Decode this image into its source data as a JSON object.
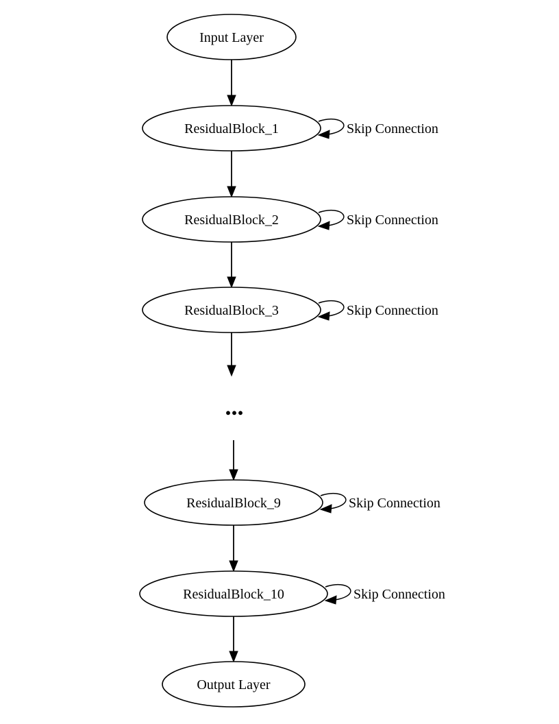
{
  "diagram": {
    "nodes": [
      {
        "id": "input",
        "label": "Input Layer"
      },
      {
        "id": "rb1",
        "label": "ResidualBlock_1",
        "loop_label": "Skip Connection"
      },
      {
        "id": "rb2",
        "label": "ResidualBlock_2",
        "loop_label": "Skip Connection"
      },
      {
        "id": "rb3",
        "label": "ResidualBlock_3",
        "loop_label": "Skip Connection"
      },
      {
        "id": "rb9",
        "label": "ResidualBlock_9",
        "loop_label": "Skip Connection"
      },
      {
        "id": "rb10",
        "label": "ResidualBlock_10",
        "loop_label": "Skip Connection"
      },
      {
        "id": "output",
        "label": "Output Layer"
      }
    ],
    "edges": [
      {
        "from": "input",
        "to": "rb1"
      },
      {
        "from": "rb1",
        "to": "rb2"
      },
      {
        "from": "rb2",
        "to": "rb3"
      },
      {
        "from": "rb3",
        "to": "gap"
      },
      {
        "from": "gap",
        "to": "rb9"
      },
      {
        "from": "rb9",
        "to": "rb10"
      },
      {
        "from": "rb10",
        "to": "output"
      }
    ],
    "ellipsis": "..."
  }
}
